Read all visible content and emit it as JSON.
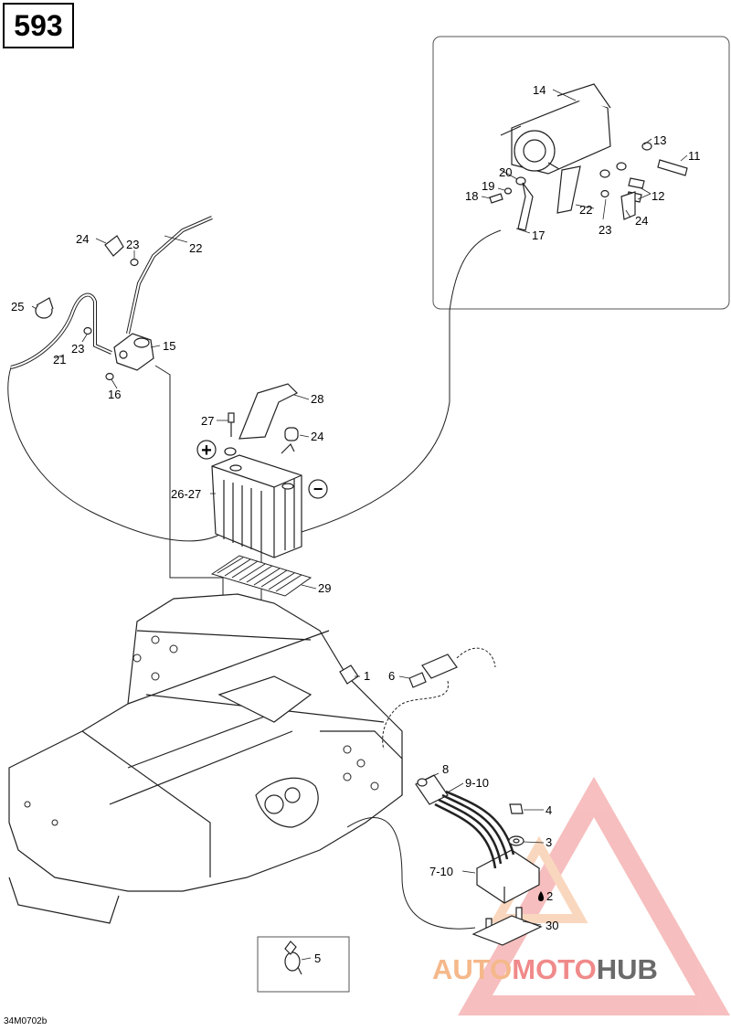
{
  "page_number": "593",
  "figure_code": "34M0702b",
  "polarity": {
    "positive_symbol": "+",
    "negative_symbol": "−"
  },
  "callouts": {
    "c1": "1",
    "c2": "2",
    "c3": "3",
    "c4": "4",
    "c5": "5",
    "c6": "6",
    "c7_10": "7-10",
    "c8": "8",
    "c9_10": "9-10",
    "c11": "11",
    "c12": "12",
    "c13": "13",
    "c14": "14",
    "c15": "15",
    "c16": "16",
    "c17": "17",
    "c18": "18",
    "c19": "19",
    "c20": "20",
    "c21": "21",
    "c22a": "22",
    "c22b": "22",
    "c23a": "23",
    "c23b": "23",
    "c23c": "23",
    "c24a": "24",
    "c24b": "24",
    "c24c": "24",
    "c25": "25",
    "c26_27": "26-27",
    "c27": "27",
    "c28": "28",
    "c29": "29",
    "c30": "30"
  },
  "watermark": {
    "part1": "AUTO",
    "part2": "MOTO",
    "part3": "HUB",
    "color_orange": "#f5b88a",
    "color_red": "#f08a8a",
    "color_gray": "#6a6a6a"
  }
}
